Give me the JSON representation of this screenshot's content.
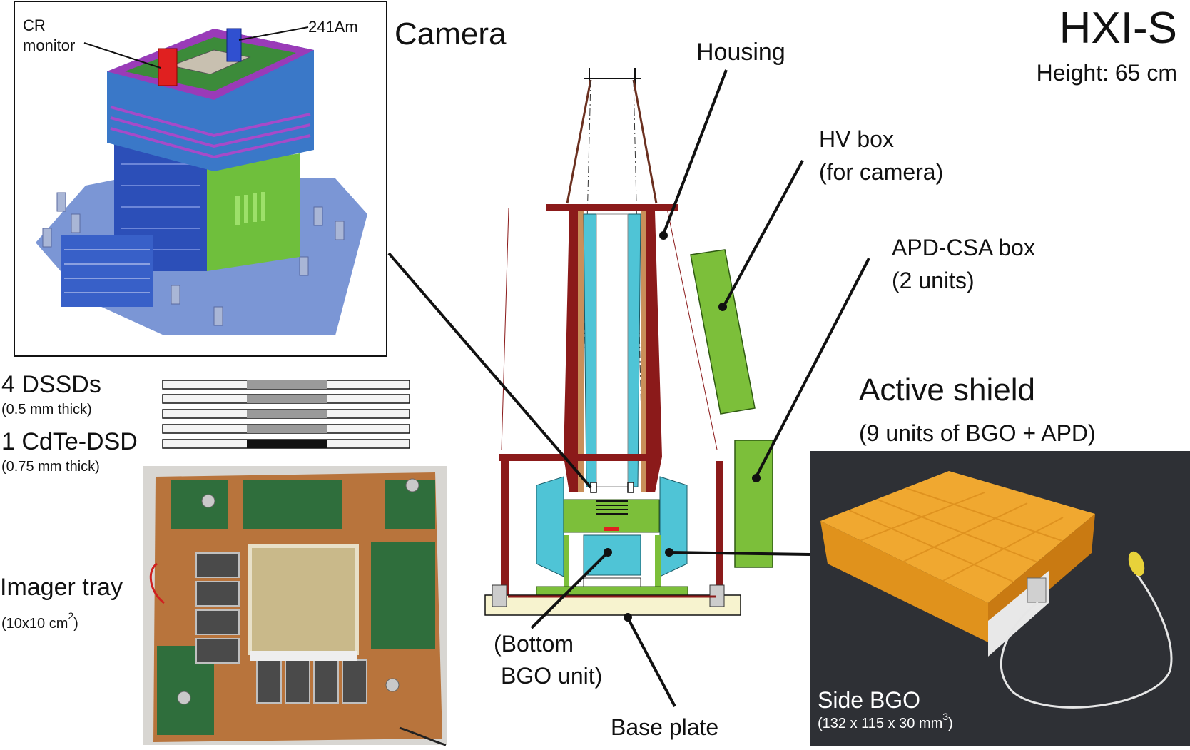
{
  "title": "HXI-S",
  "height_label": "Height: 65 cm",
  "labels": {
    "camera": "Camera",
    "housing": "Housing",
    "hv_box_1": "HV box",
    "hv_box_2": "(for camera)",
    "apd_csa_1": "APD-CSA box",
    "apd_csa_2": "(2 units)",
    "active_shield": "Active shield",
    "active_shield_sub": "(9 units of BGO + APD)",
    "bottom_bgo_1": "(Bottom",
    "bottom_bgo_2": "BGO unit)",
    "base_plate": "Base plate",
    "dssd": "4 DSSDs",
    "dssd_thick": "(0.5 mm thick)",
    "cdte": "1 CdTe-DSD",
    "cdte_thick": "(0.75 mm thick)",
    "imager_tray": "Imager tray",
    "imager_tray_size": "(10x10 cm",
    "imager_tray_sup": "2",
    "imager_tray_close": ")",
    "side_bgo": "Side BGO",
    "side_bgo_size": "(132 x 115 x 30 mm",
    "side_bgo_sup": "3",
    "side_bgo_close": ")",
    "cr_monitor_1": "CR",
    "cr_monitor_2": "monitor",
    "am241": "241Am"
  },
  "colors": {
    "housing": "#8b1a1a",
    "bgo": "#4fc4d6",
    "electronics": "#7cbf3a",
    "base_plate": "#f7f3cf",
    "pcb": "#b8743c",
    "detector_gold": "#f0a830",
    "photo_bg": "#2e3035"
  }
}
